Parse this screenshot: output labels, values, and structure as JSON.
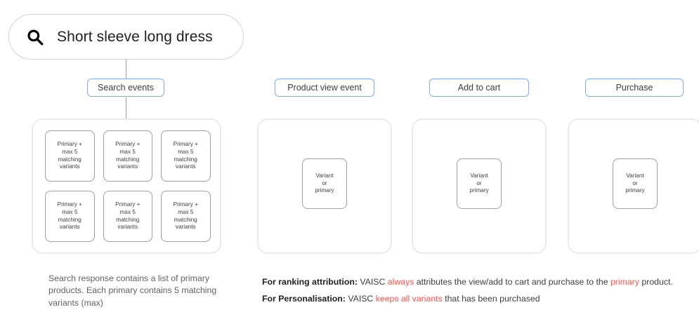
{
  "search": {
    "icon": "search-icon",
    "query": "Short sleeve long dress"
  },
  "chips": [
    {
      "id": "search-events",
      "label": "Search events"
    },
    {
      "id": "product-view-event",
      "label": "Product view event"
    },
    {
      "id": "add-to-cart",
      "label": "Add to cart"
    },
    {
      "id": "purchase",
      "label": "Purchase"
    }
  ],
  "primary_card": {
    "line1": "Primary +",
    "line2": "max 5",
    "line3": "matching",
    "line4": "variants"
  },
  "variant_card": {
    "line1": "Variant",
    "line2": "or",
    "line3": "primary"
  },
  "captions": {
    "left": "Search response contains a list of primary products. Each primary contains 5 matching variants (max)"
  },
  "notes": [
    {
      "bold": "For ranking attribution:",
      "seg1": " VAISC ",
      "hl1": "always",
      "seg2": " attributes the view/add to cart and purchase to the ",
      "hl2": "primary",
      "seg3": " product."
    },
    {
      "bold": "For Personalisation:",
      "seg1": " VAISC ",
      "hl1": "keeps all variants",
      "seg2": " that has been purchased",
      "hl2": "",
      "seg3": ""
    }
  ],
  "colors": {
    "highlight": "#f4594c",
    "chip_border": "#7baaf7",
    "panel_border": "#ebebeb",
    "card_border": "#9aa0a6"
  }
}
